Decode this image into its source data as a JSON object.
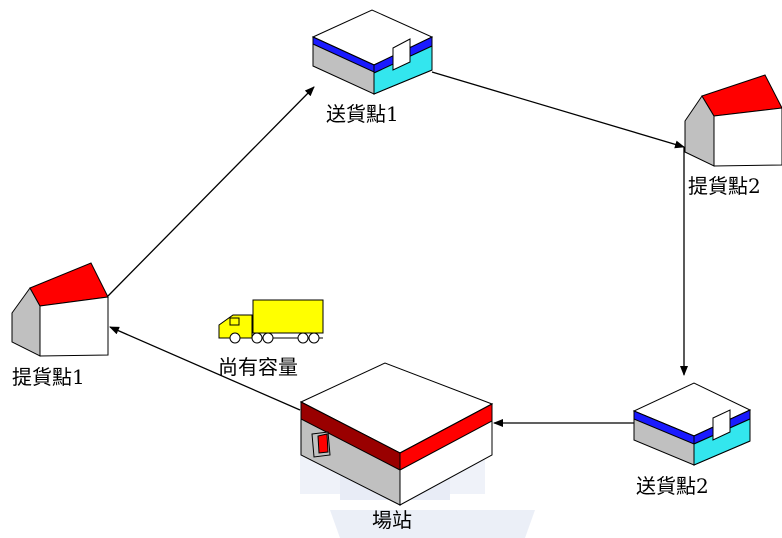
{
  "nodes": {
    "pickup1": {
      "label": "提貨點1",
      "type": "pickup-house"
    },
    "delivery1": {
      "label": "送貨點1",
      "type": "delivery-store"
    },
    "pickup2": {
      "label": "提貨點2",
      "type": "pickup-house"
    },
    "delivery2": {
      "label": "送貨點2",
      "type": "delivery-store"
    },
    "depot": {
      "label": "場站",
      "type": "depot-building"
    }
  },
  "truck": {
    "label": "尚有容量",
    "icon": "truck-icon"
  },
  "edges": [
    {
      "from": "depot",
      "to": "pickup1"
    },
    {
      "from": "pickup1",
      "to": "delivery1"
    },
    {
      "from": "delivery1",
      "to": "pickup2"
    },
    {
      "from": "pickup2",
      "to": "delivery2"
    },
    {
      "from": "delivery2",
      "to": "depot"
    }
  ],
  "colors": {
    "roof": "#ff0000",
    "wall_side": "#c0c0c0",
    "wall_front": "#ffffff",
    "stripe_blue": "#1a1aff",
    "stripe_cyan": "#33e6ee",
    "depot_stripe_dark": "#990000",
    "truck_body": "#ffff00",
    "watermark": "#dde3f2"
  }
}
